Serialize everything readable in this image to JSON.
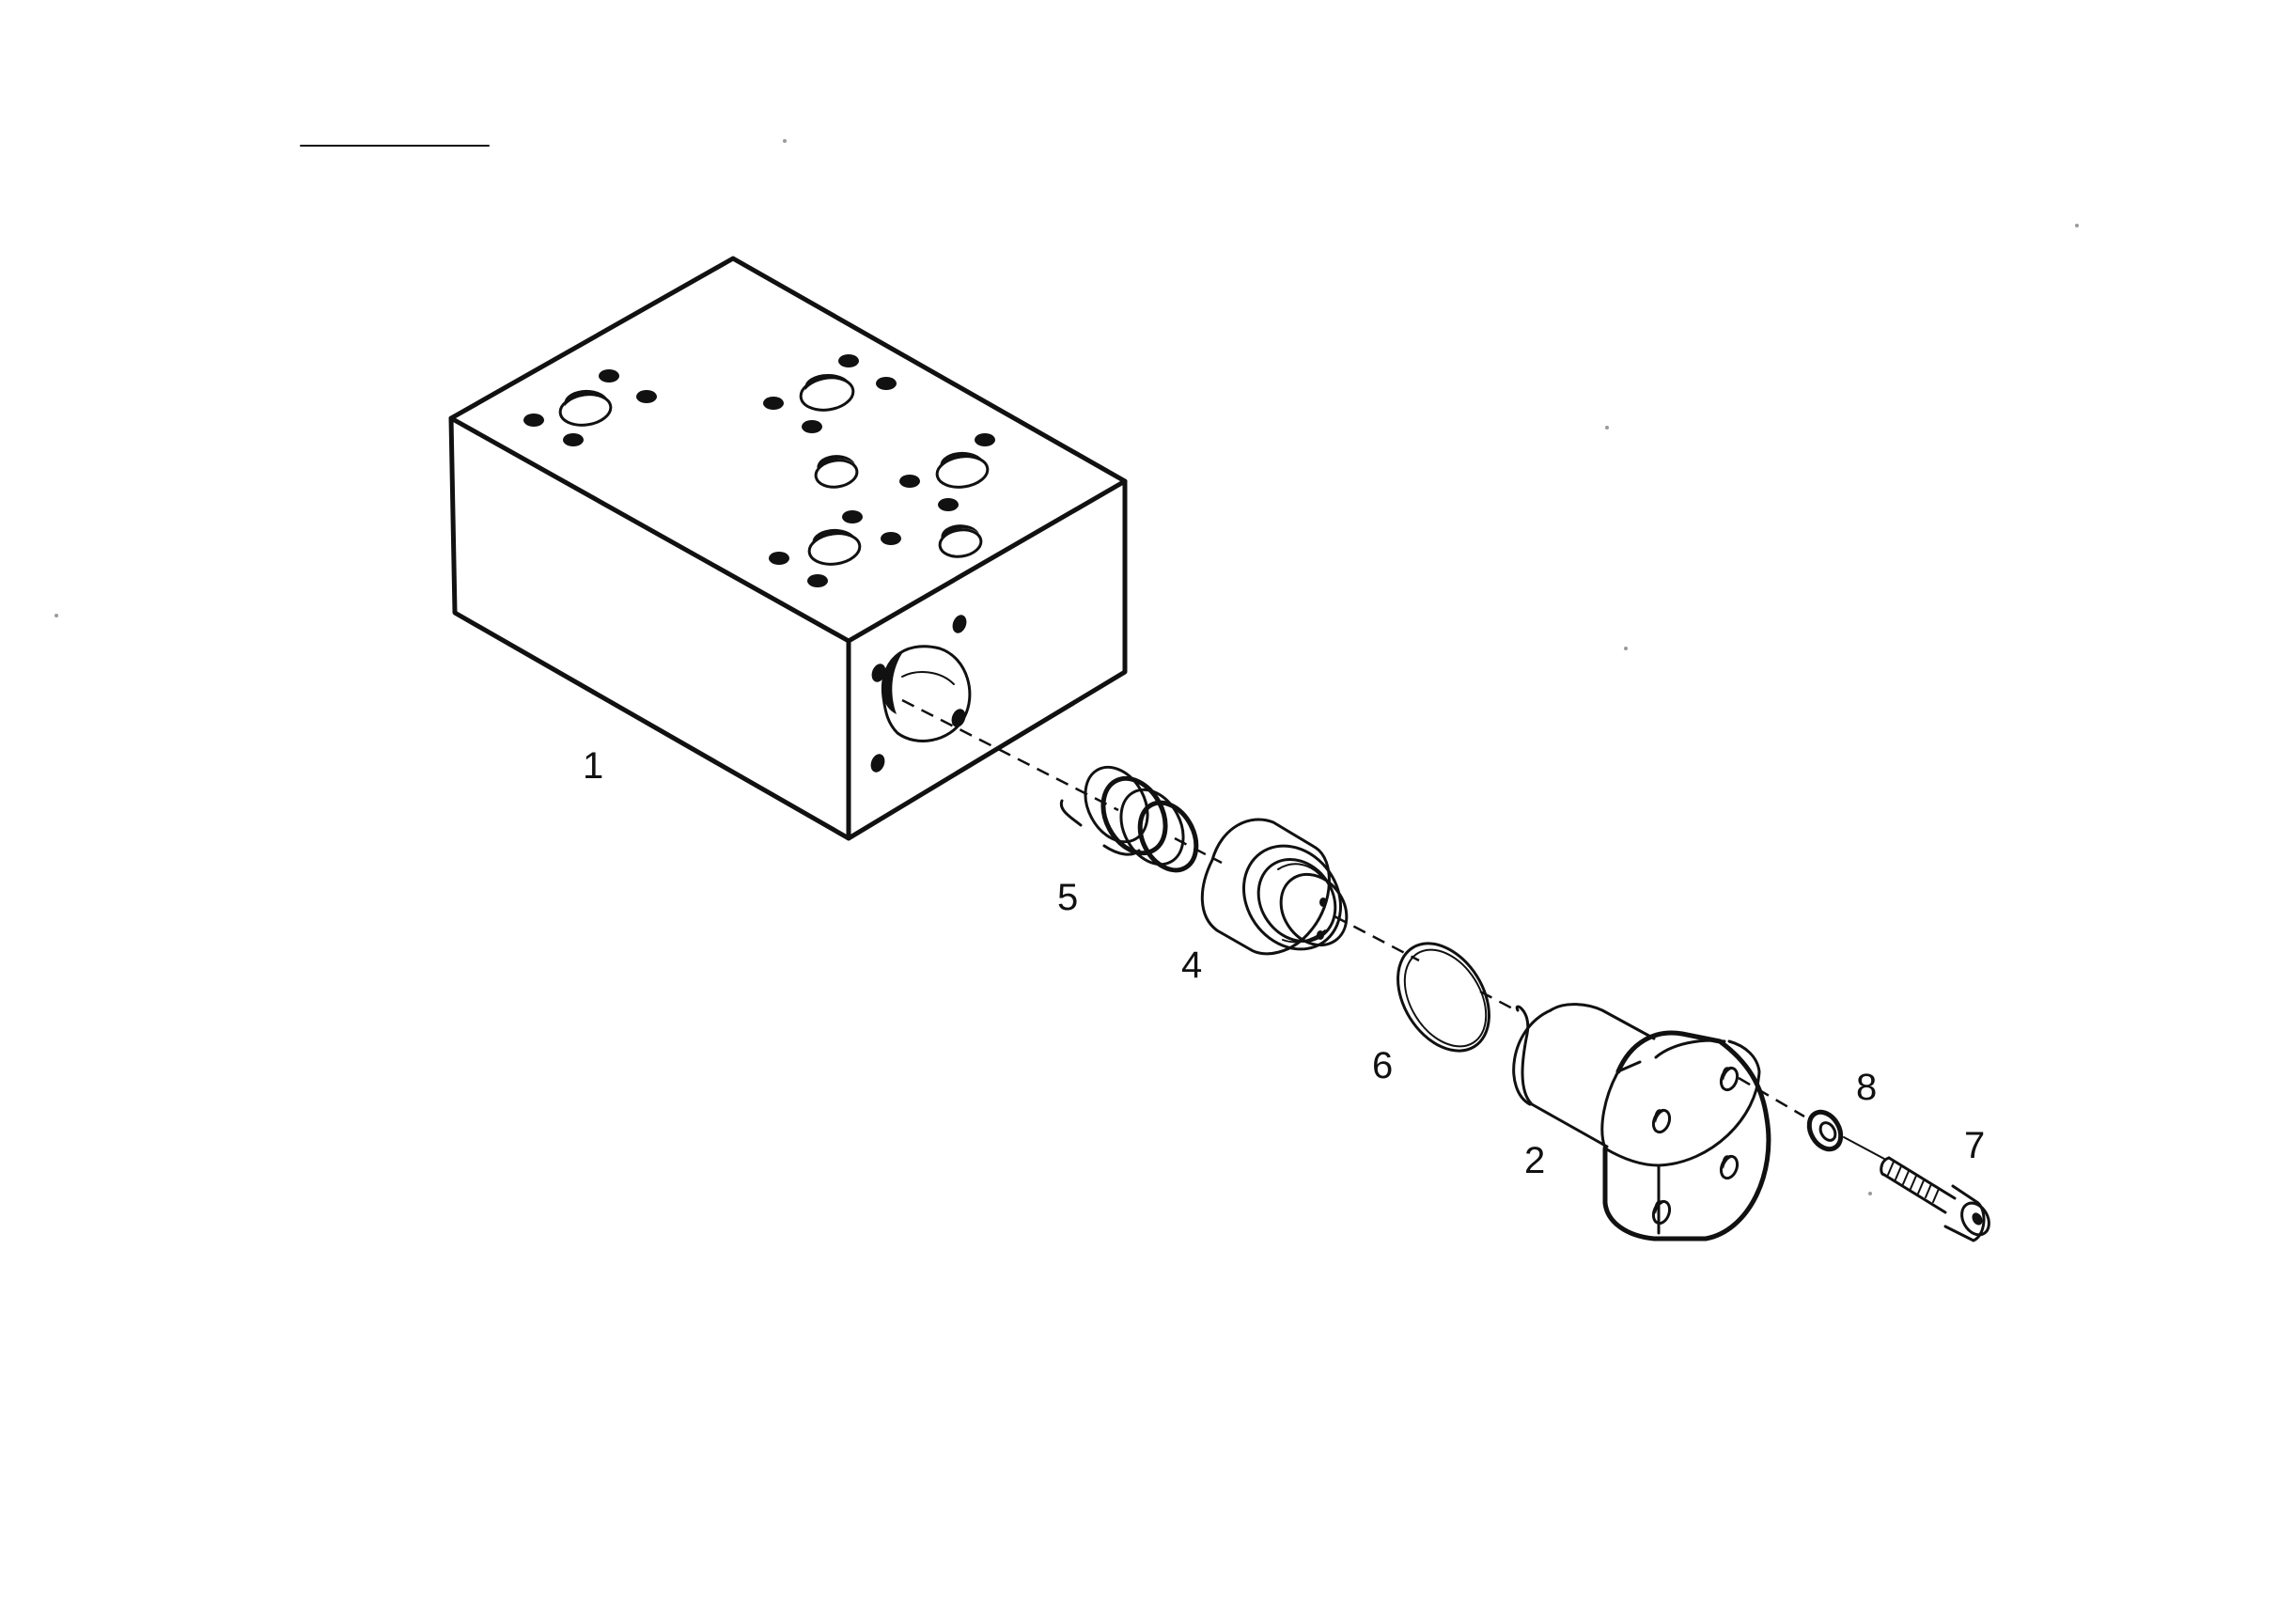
{
  "callouts": {
    "housing_block": "1",
    "cover_flange": "2",
    "piston": "4",
    "spring": "5",
    "o_ring": "6",
    "screw": "7",
    "washer": "8"
  },
  "colors": {
    "line": "#111111",
    "background": "#ffffff"
  }
}
